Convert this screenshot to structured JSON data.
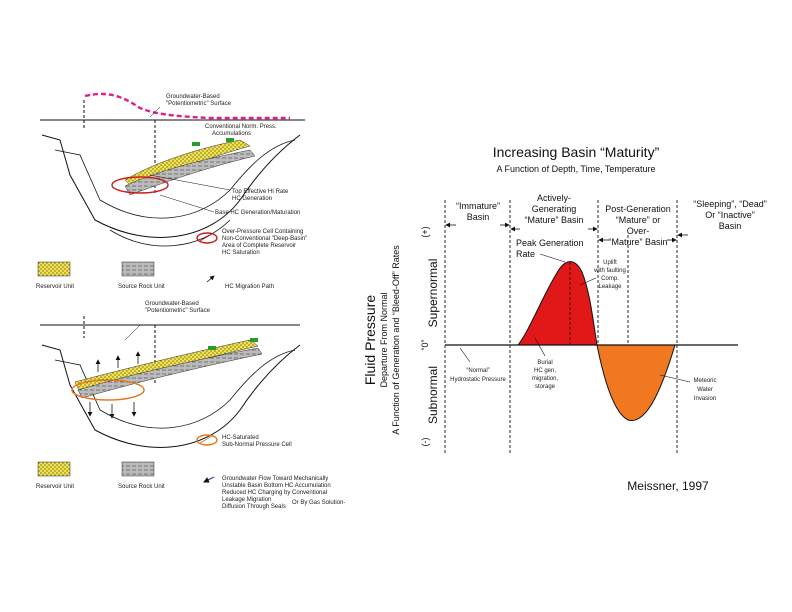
{
  "top_left": {
    "groundwater_label": [
      "Groundwater-Based",
      "\"Potentiometric\" Surface"
    ],
    "conventional_label": [
      "Conventional Norm. Press.",
      "Accumulations"
    ],
    "top_effective_label": [
      "Top Effective HI Rate",
      "HC Generation"
    ],
    "base_label": "Base HC Generation/Maturation",
    "overpressure_legend": [
      "Over-Pressure Cell Containing",
      "Non-Conventional \"Deep-Basin\"",
      "Area of Complete Reservoir",
      "HC Saturation"
    ],
    "reservoir_unit": "Reservoir Unit",
    "source_rock_unit": "Source Rock Unit",
    "migration_path": "HC Migration Path"
  },
  "bottom_left": {
    "groundwater_label": [
      "Groundwater-Based",
      "\"Potentiometric\" Surface"
    ],
    "subnormal_legend": [
      "HC-Saturated",
      "Sub-Normal Pressure Cell"
    ],
    "reservoir_unit": "Reservoir Unit",
    "source_rock_unit": "Source Rock Unit",
    "flow_legend": [
      "Groundwater Flow Toward Mechanically",
      "Unstable Basin Bottom HC Accumulation",
      "Reduced HC Charging by Conventional",
      "Leakage Migration",
      "Diffusion Through Seals"
    ],
    "gas_solution": "Or By Gas Solution-"
  },
  "right_chart": {
    "title": "Increasing Basin “Maturity”",
    "subtitle": "A Function of Depth, Time, Temperature",
    "stages": {
      "immature": [
        "“Immature”",
        "Basin"
      ],
      "active": [
        "Actively-",
        "Generating",
        "“Mature” Basin"
      ],
      "post": [
        "Post-Generation",
        "“Mature” or",
        "Over-",
        "“Mature” Basin"
      ],
      "sleeping": [
        "“Sleeping”, “Dead”",
        "Or “Inactive”",
        "Basin"
      ]
    },
    "peak": [
      "Peak Generation",
      "Rate"
    ],
    "uplift": [
      "Uplift",
      "with faulting",
      "Comp.",
      "Leakage"
    ],
    "burial": [
      "Burial",
      "HC gen,",
      "migration,",
      "storage"
    ],
    "normal": [
      "“Normal”",
      "Hydrostatic Pressure"
    ],
    "meteoric": [
      "Meteoric",
      "Water",
      "Invasion"
    ],
    "y_main": "Fluid Pressure",
    "y_sub1": "Departure From Normal",
    "y_sub2": "A Function of Generation and “Bleed-Off” Rates",
    "supernormal": "Supernormal",
    "subnormal": "Subnormal",
    "plus": "(+)",
    "zero": "“0”",
    "minus": "(-)",
    "colors": {
      "supernormal_fill": "#e01818",
      "subnormal_fill": "#f07820",
      "potentiometric": "#e0208a"
    }
  },
  "citation": "Meissner, 1997"
}
